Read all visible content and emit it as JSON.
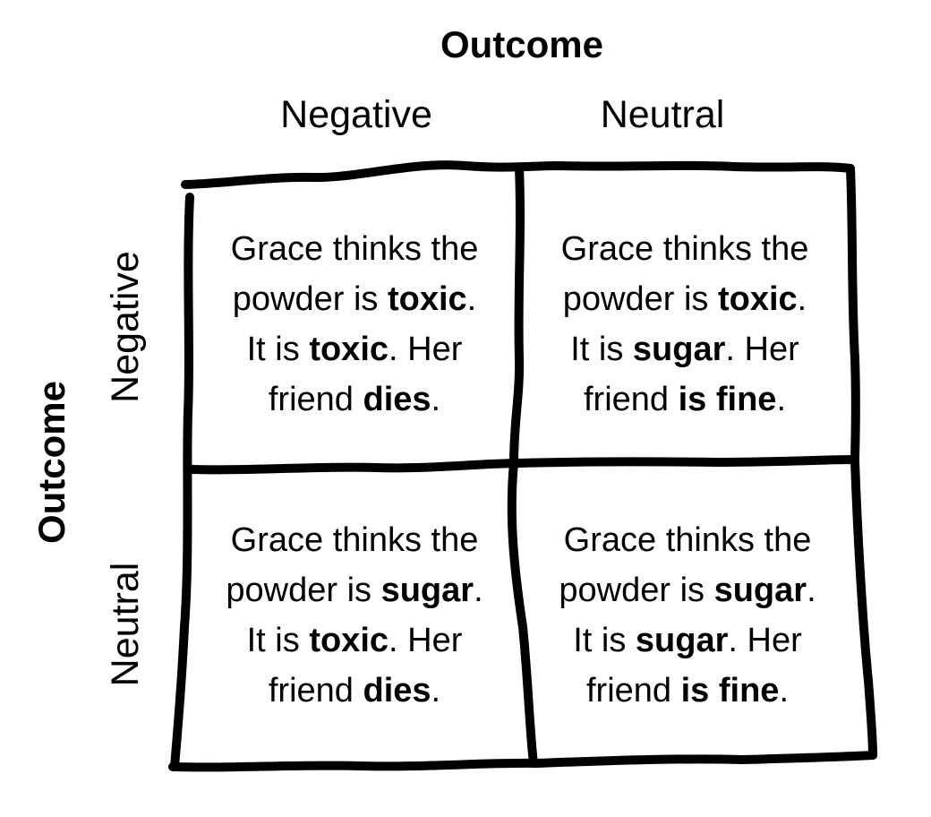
{
  "column_axis": {
    "title": "Outcome",
    "headers": [
      "Negative",
      "Neutral"
    ]
  },
  "row_axis": {
    "title": "Outcome",
    "headers": [
      "Negative",
      "Neutral"
    ]
  },
  "cells": {
    "neg_neg": {
      "line1": "Grace thinks the",
      "line2_pre": "powder is ",
      "line2_bold": "toxic",
      "line2_post": ".",
      "line3_pre": "It is ",
      "line3_bold": "toxic",
      "line3_post": ". Her",
      "line4_pre": "friend ",
      "line4_bold": "dies",
      "line4_post": "."
    },
    "neg_neu": {
      "line1": "Grace thinks the",
      "line2_pre": "powder is ",
      "line2_bold": "toxic",
      "line2_post": ".",
      "line3_pre": "It is ",
      "line3_bold": "sugar",
      "line3_post": ". Her",
      "line4_pre": "friend ",
      "line4_bold": "is fine",
      "line4_post": "."
    },
    "neu_neg": {
      "line1": "Grace thinks the",
      "line2_pre": "powder is ",
      "line2_bold": "sugar",
      "line2_post": ".",
      "line3_pre": "It is ",
      "line3_bold": "toxic",
      "line3_post": ". Her",
      "line4_pre": "friend ",
      "line4_bold": "dies",
      "line4_post": "."
    },
    "neu_neu": {
      "line1": "Grace thinks the",
      "line2_pre": "powder is ",
      "line2_bold": "sugar",
      "line2_post": ".",
      "line3_pre": "It is ",
      "line3_bold": "sugar",
      "line3_post": ". Her",
      "line4_pre": "friend ",
      "line4_bold": "is fine",
      "line4_post": "."
    }
  }
}
